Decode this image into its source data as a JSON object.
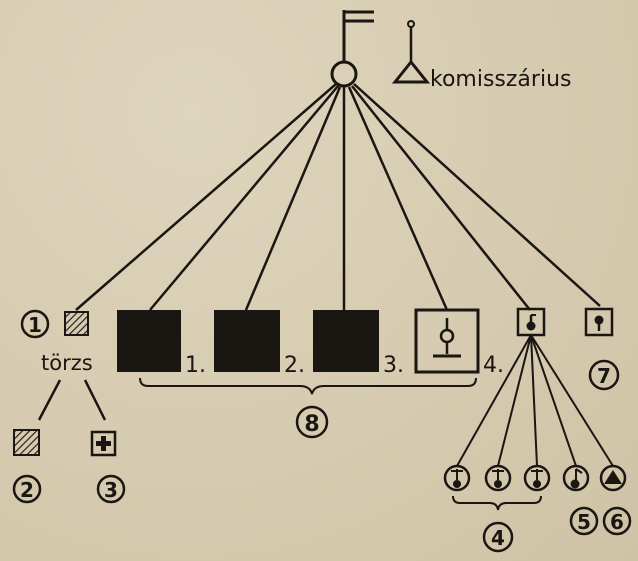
{
  "diagram": {
    "commissar_label": "komisszárius",
    "staff_label": "törzs",
    "unit_numbers": [
      "1.",
      "2.",
      "3.",
      "4."
    ],
    "circled_numbers": [
      "1",
      "2",
      "3",
      "4",
      "5",
      "6",
      "7",
      "8"
    ],
    "ink_color": "#1a1612",
    "paper_color": "#d9cfb4"
  }
}
